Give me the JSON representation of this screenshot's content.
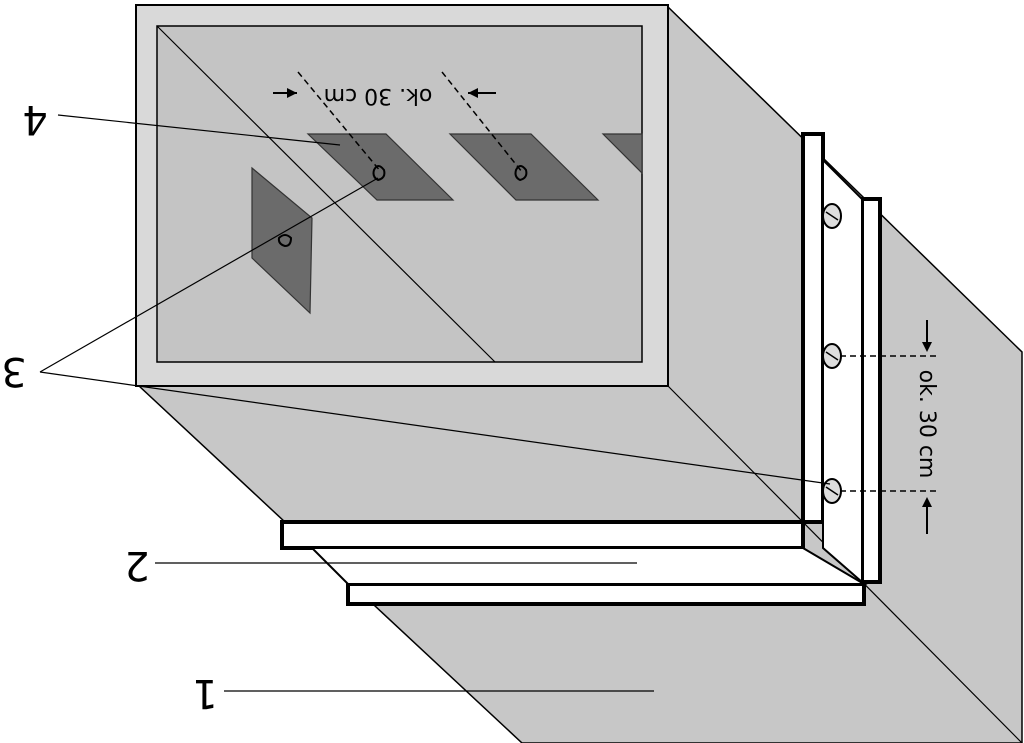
{
  "figure": {
    "labels": {
      "one": "1",
      "two": "2",
      "three": "3",
      "four": "4"
    },
    "dimensions": {
      "top_spacing": "ok. 30 cm",
      "side_spacing": "ok. 30 cm"
    },
    "colors": {
      "beam_face": "#cfcfcf",
      "beam_side": "#c7c7c7",
      "frame": "#d9d9d9",
      "inner": "#c4c4c4",
      "brackets": "#6b6b6b",
      "plate": "#ffffff",
      "stroke": "#000000"
    }
  }
}
